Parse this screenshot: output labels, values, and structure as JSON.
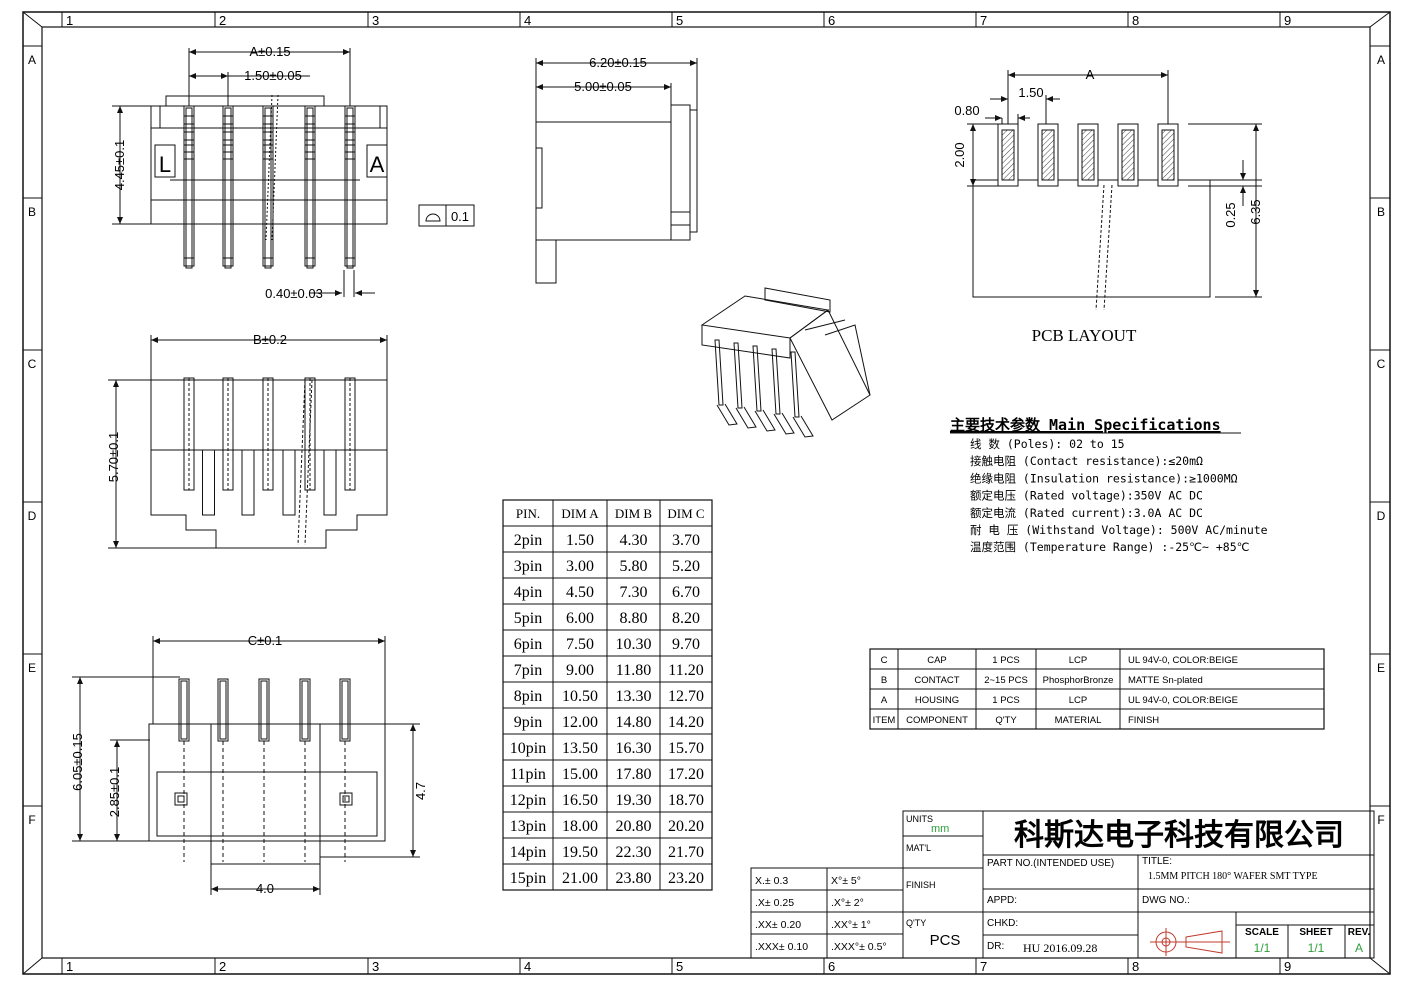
{
  "frame": {
    "col_numbers": [
      "1",
      "2",
      "3",
      "4",
      "5",
      "6",
      "7",
      "8",
      "9"
    ],
    "row_letters": [
      "A",
      "B",
      "C",
      "D",
      "E",
      "F"
    ]
  },
  "top_view": {
    "dim_a": "A±0.15",
    "dim_pitch": "1.50±0.05",
    "dim_height": "4.45±0.1",
    "dim_pin": "0.40±0.03",
    "mark_left": "L",
    "mark_right": "A"
  },
  "flatness": {
    "value": "0.1"
  },
  "side_view": {
    "dim_total": "6.20±0.15",
    "dim_body": "5.00±0.05"
  },
  "pcb_layout": {
    "dim_a": "A",
    "dim_pitch": "1.50",
    "dim_pad_w": "0.80",
    "dim_pad_h": "2.00",
    "dim_gap": "0.25",
    "dim_total": "6.35",
    "label": "PCB LAYOUT"
  },
  "front_view": {
    "dim_b": "B±0.2",
    "dim_height": "5.70±0.1"
  },
  "bottom_view": {
    "dim_c": "C±0.1",
    "dim_total": "6.05±0.15",
    "dim_inner": "2.85±0.1",
    "dim_right": "4.7",
    "dim_width": "4.0"
  },
  "specs": {
    "title": "主要技术参数 Main Specifications",
    "lines": [
      "线    数 (Poles): 02 to 15",
      "接触电阻 (Contact resistance):≤20mΩ",
      "绝缘电阻 (Insulation resistance):≥1000MΩ",
      "额定电压 (Rated voltage):350V AC DC",
      "额定电流 (Rated current):3.0A AC DC",
      "耐 电 压 (Withstand Voltage): 500V AC/minute",
      "温度范围 (Temperature Range) :-25℃~ +85℃"
    ]
  },
  "dim_table": {
    "headers": [
      "PIN.",
      "DIM A",
      "DIM B",
      "DIM C"
    ],
    "rows": [
      [
        "2pin",
        "1.50",
        "4.30",
        "3.70"
      ],
      [
        "3pin",
        "3.00",
        "5.80",
        "5.20"
      ],
      [
        "4pin",
        "4.50",
        "7.30",
        "6.70"
      ],
      [
        "5pin",
        "6.00",
        "8.80",
        "8.20"
      ],
      [
        "6pin",
        "7.50",
        "10.30",
        "9.70"
      ],
      [
        "7pin",
        "9.00",
        "11.80",
        "11.20"
      ],
      [
        "8pin",
        "10.50",
        "13.30",
        "12.70"
      ],
      [
        "9pin",
        "12.00",
        "14.80",
        "14.20"
      ],
      [
        "10pin",
        "13.50",
        "16.30",
        "15.70"
      ],
      [
        "11pin",
        "15.00",
        "17.80",
        "17.20"
      ],
      [
        "12pin",
        "16.50",
        "19.30",
        "18.70"
      ],
      [
        "13pin",
        "18.00",
        "20.80",
        "20.20"
      ],
      [
        "14pin",
        "19.50",
        "22.30",
        "21.70"
      ],
      [
        "15pin",
        "21.00",
        "23.80",
        "23.20"
      ]
    ]
  },
  "bom": {
    "rows": [
      [
        "C",
        "CAP",
        "1 PCS",
        "LCP",
        "UL 94V-0, COLOR:BEIGE"
      ],
      [
        "B",
        "CONTACT",
        "2~15 PCS",
        "PhosphorBronze",
        "MATTE Sn-plated"
      ],
      [
        "A",
        "HOUSING",
        "1 PCS",
        "LCP",
        "UL 94V-0, COLOR:BEIGE"
      ],
      [
        "ITEM",
        "COMPONENT",
        "Q'TY",
        "MATERIAL",
        "FINISH"
      ]
    ]
  },
  "title_block": {
    "tolerances": [
      [
        "X.± 0.3",
        "X°± 5°"
      ],
      [
        ".X± 0.25",
        ".X°± 2°"
      ],
      [
        ".XX± 0.20",
        ".XX°± 1°"
      ],
      [
        ".XXX± 0.10",
        ".XXX°± 0.5°"
      ]
    ],
    "units_label": "UNITS",
    "units_value": "mm",
    "mat_label": "MAT'L",
    "finish_label": "FINISH",
    "qty_label": "Q'TY",
    "qty_value": "PCS",
    "company": "科斯达电子科技有限公司",
    "part_no_label": "PART NO.(INTENDED USE)",
    "title_label": "TITLE:",
    "title_value": "1.5MM PITCH 180° WAFER SMT TYPE",
    "appd_label": "APPD:",
    "chkd_label": "CHKD:",
    "dr_label": "DR:",
    "dr_value": "HU 2016.09.28",
    "dwg_label": "DWG NO.:",
    "scale_label": "SCALE",
    "scale_value": "1/1",
    "sheet_label": "SHEET",
    "sheet_value": "1/1",
    "rev_label": "REV.",
    "rev_value": "A"
  },
  "colors": {
    "ink": "#111111",
    "accent_green": "#2e9e3a"
  }
}
